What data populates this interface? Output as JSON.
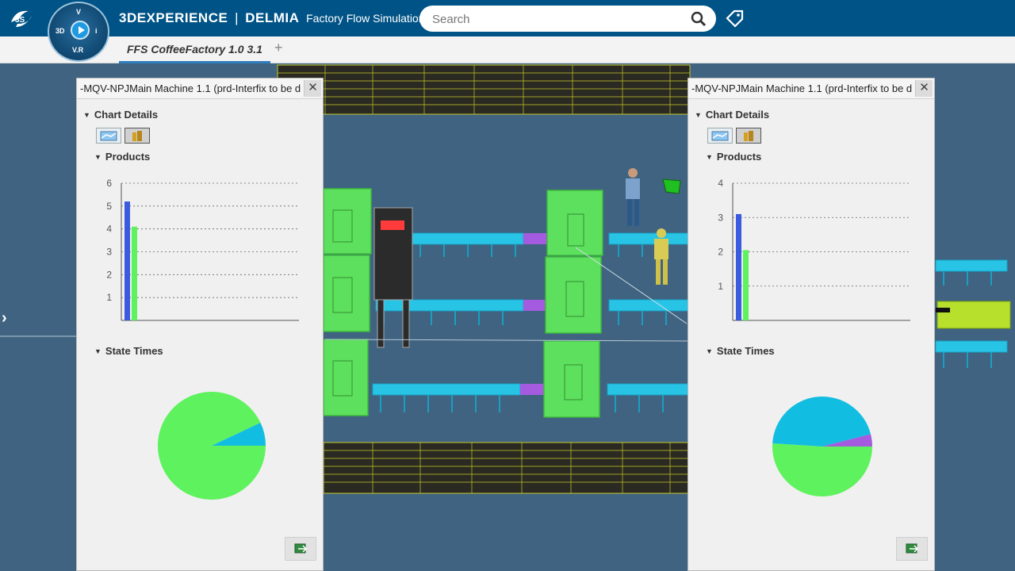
{
  "app": {
    "brand": "3DEXPERIENCE",
    "separator": "|",
    "product": "DELMIA",
    "subtitle": "Factory Flow Simulation",
    "compass_top": "V",
    "compass_left": "3D",
    "compass_right": "i",
    "compass_bottom": "V.R"
  },
  "search": {
    "placeholder": "Search"
  },
  "icons": {
    "search": "search-icon",
    "tag": "tag-icon",
    "close": "close-icon",
    "expand": "chevron-right-icon",
    "export": "export-icon"
  },
  "tabs": [
    {
      "label": "FFS CoffeeFactory 1.0 3.1"
    }
  ],
  "tab_add": "+",
  "scene": {
    "expand_arrow": "›"
  },
  "panels": [
    {
      "title": "-MQV-NPJMain Machine 1.1 (prd-Interfix to be d",
      "close": "✕",
      "chart_details": "Chart Details",
      "products_label": "Products",
      "state_times_label": "State Times"
    },
    {
      "title": "-MQV-NPJMain Machine 1.1 (prd-Interfix to be d",
      "close": "✕",
      "chart_details": "Chart Details",
      "products_label": "Products",
      "state_times_label": "State Times"
    }
  ],
  "chart_data": [
    {
      "type": "bar",
      "title": "Products",
      "yticks": [
        1,
        2,
        3,
        4,
        5,
        6
      ],
      "ylim": [
        0,
        6
      ],
      "series": [
        {
          "color": "#3a5be0",
          "values": [
            5.2
          ]
        },
        {
          "color": "#5ef25e",
          "values": [
            4.1
          ]
        }
      ]
    },
    {
      "type": "pie",
      "title": "State Times",
      "slices": [
        {
          "color": "#5ef25e",
          "value": 0.93
        },
        {
          "color": "#11bde0",
          "value": 0.07
        }
      ]
    },
    {
      "type": "bar",
      "title": "Products",
      "yticks": [
        1,
        2,
        3,
        4
      ],
      "ylim": [
        0,
        4
      ],
      "series": [
        {
          "color": "#3a5be0",
          "values": [
            3.1
          ]
        },
        {
          "color": "#5ef25e",
          "values": [
            2.05
          ]
        }
      ]
    },
    {
      "type": "pie",
      "title": "State Times",
      "slices": [
        {
          "color": "#5ef25e",
          "value": 0.51
        },
        {
          "color": "#11bde0",
          "value": 0.45
        },
        {
          "color": "#a45be0",
          "value": 0.04
        }
      ]
    }
  ]
}
